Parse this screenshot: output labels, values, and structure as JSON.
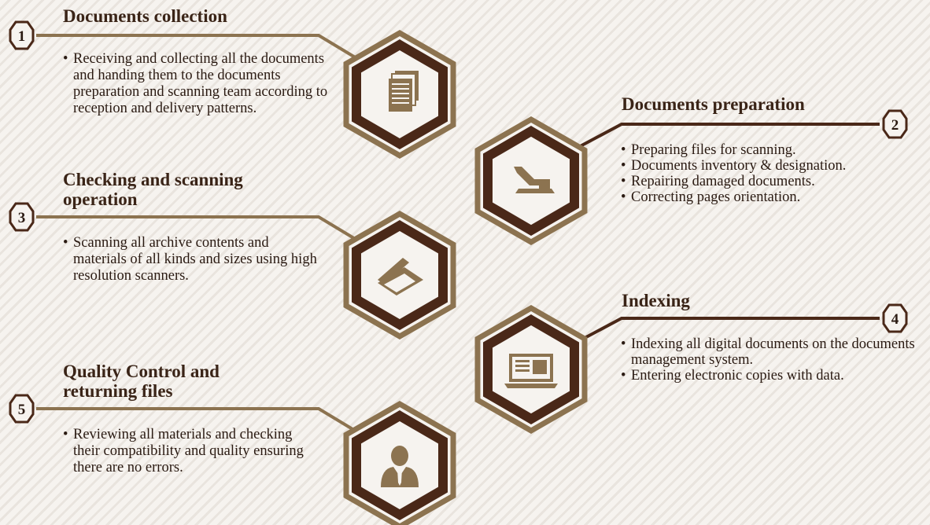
{
  "colors": {
    "gold": "#8c7350",
    "dark": "#4a2818",
    "icon": "#8c7350",
    "text": "#2a1a12"
  },
  "steps": [
    {
      "number": "1",
      "title": "Documents collection",
      "bullets": [
        "Receiving and collecting all the documents and handing them to the documents preparation and scanning team according to reception and delivery patterns."
      ],
      "icon": "documents-stack-icon"
    },
    {
      "number": "2",
      "title": "Documents preparation",
      "bullets": [
        "Preparing files for scanning.",
        "Documents inventory & designation.",
        "Repairing damaged documents.",
        "Correcting pages orientation."
      ],
      "icon": "stapler-icon"
    },
    {
      "number": "3",
      "title": "Checking and scanning operation",
      "bullets": [
        "Scanning all archive contents and materials of all kinds and sizes using high resolution scanners."
      ],
      "icon": "scanner-icon"
    },
    {
      "number": "4",
      "title": "Indexing",
      "bullets": [
        "Indexing all digital documents on the documents management system.",
        "Entering electronic copies with data."
      ],
      "icon": "laptop-icon"
    },
    {
      "number": "5",
      "title": "Quality Control and returning files",
      "bullets": [
        "Reviewing all materials and checking their compatibility and quality ensuring there are no errors."
      ],
      "icon": "person-icon"
    }
  ]
}
